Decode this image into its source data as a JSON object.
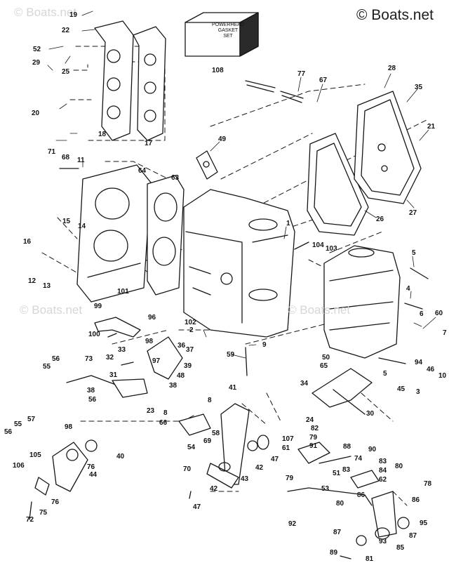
{
  "brand": "© Boats.net",
  "watermarks": [
    "© Boats.net",
    "© Boats.net",
    "© Boats.net"
  ],
  "gasket_set": {
    "lines": [
      "POWERHEAD",
      "GASKET",
      "SET"
    ],
    "callout": "108"
  },
  "callouts": {
    "c19": "19",
    "c22": "22",
    "c52": "52",
    "c25": "25",
    "c29": "29",
    "c18": "18",
    "c17": "17",
    "c20": "20",
    "c71": "71",
    "c68": "68",
    "c11": "11",
    "c64": "64",
    "c63": "63",
    "c49": "49",
    "c77": "77",
    "c67": "67",
    "c28": "28",
    "c35": "35",
    "c21": "21",
    "c27": "27",
    "c26": "26",
    "c1": "1",
    "c104": "104",
    "c103": "103",
    "c5a": "5",
    "c4": "4",
    "c6": "6",
    "c60": "60",
    "c15": "15",
    "c14": "14",
    "c16": "16",
    "c12": "12",
    "c13": "13",
    "c101": "101",
    "c99": "99",
    "c96": "96",
    "c102": "102",
    "c100": "100",
    "c98a": "98",
    "c33": "33",
    "c36": "36",
    "c37": "37",
    "c2": "2",
    "c9": "9",
    "c59": "59",
    "c32": "32",
    "c97": "97",
    "c39": "39",
    "c48": "48",
    "c73": "73",
    "c56a": "56",
    "c55a": "55",
    "c31": "31",
    "c38a": "38",
    "c38b": "38",
    "c56b": "56",
    "c23": "23",
    "c41": "41",
    "c8a": "8",
    "c8b": "8",
    "c66": "66",
    "c50": "50",
    "c65": "65",
    "c94": "94",
    "c46": "46",
    "c10": "10",
    "c34": "34",
    "c5b": "5",
    "c45": "45",
    "c3": "3",
    "c30": "30",
    "c24": "24",
    "c57": "57",
    "c55b": "55",
    "c56c": "56",
    "c98b": "98",
    "c40": "40",
    "c58": "58",
    "c69": "69",
    "c54": "54",
    "c70": "70",
    "c42a": "42",
    "c47a": "47",
    "c105": "105",
    "c106": "106",
    "c44": "44",
    "c76a": "76",
    "c76b": "76",
    "c72": "72",
    "c75": "75",
    "c43": "43",
    "c42b": "42",
    "c47b": "47",
    "c82": "82",
    "c79a": "79",
    "c91": "91",
    "c107": "107",
    "c61": "61",
    "c90": "90",
    "c88": "88",
    "c74": "74",
    "c83a": "83",
    "c84": "84",
    "c83b": "83",
    "c62": "62",
    "c51": "51",
    "c53": "53",
    "c79b": "79",
    "c80a": "80",
    "c78": "78",
    "c86a": "86",
    "c86b": "86",
    "c80b": "80",
    "c95": "95",
    "c92": "92",
    "c87a": "87",
    "c87b": "87",
    "c93": "93",
    "c85": "85",
    "c89": "89",
    "c81": "81",
    "c7": "7"
  }
}
